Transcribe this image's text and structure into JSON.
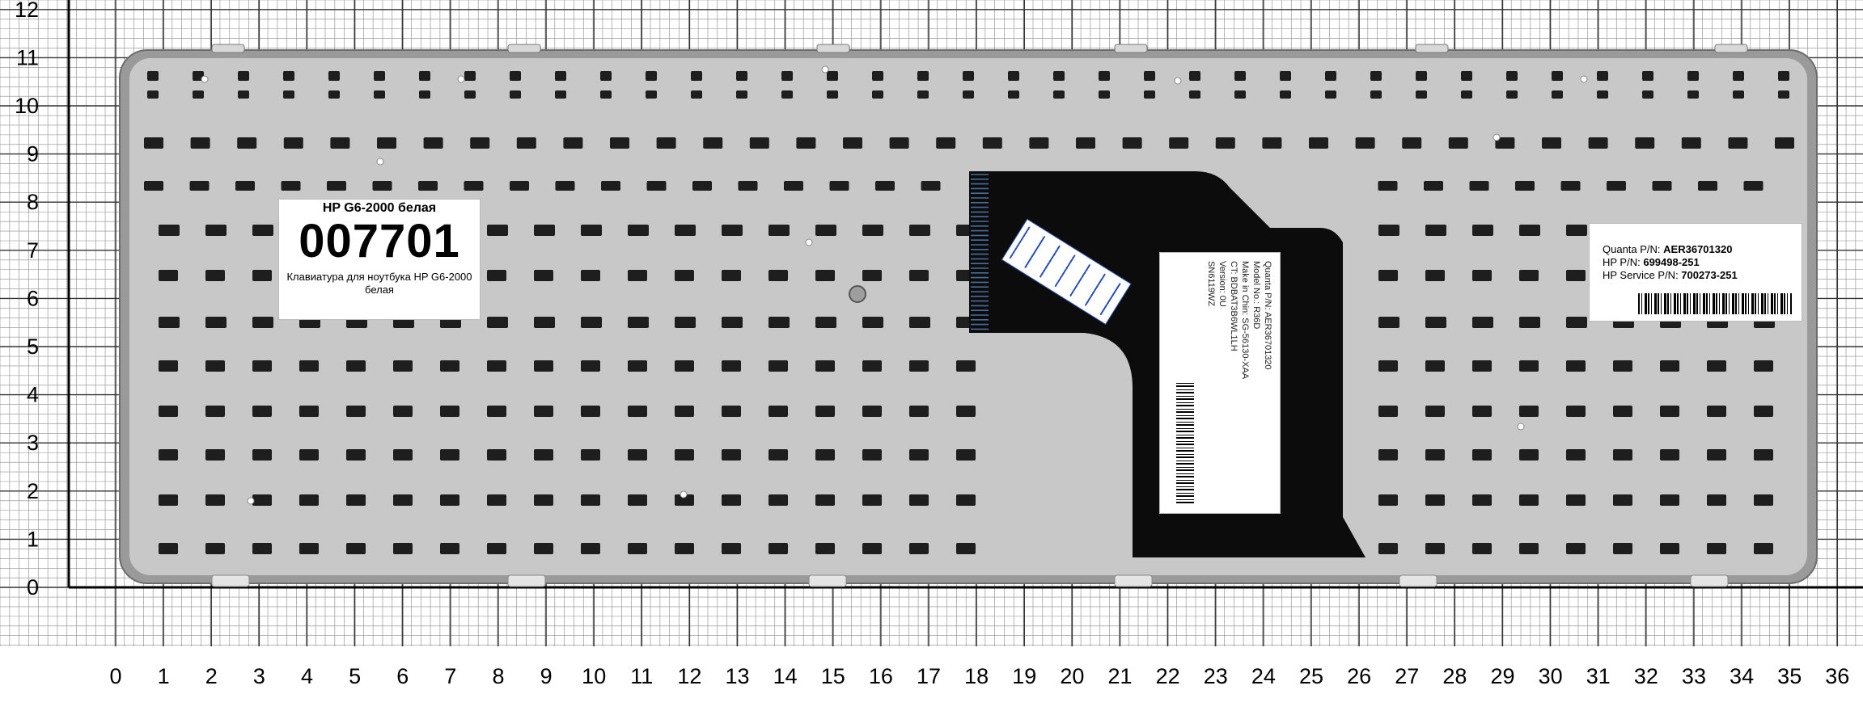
{
  "ruler": {
    "x_ticks": [
      "0",
      "1",
      "2",
      "3",
      "4",
      "5",
      "6",
      "7",
      "8",
      "9",
      "10",
      "11",
      "12",
      "13",
      "14",
      "15",
      "16",
      "17",
      "18",
      "19",
      "20",
      "21",
      "22",
      "23",
      "24",
      "25",
      "26",
      "27",
      "28",
      "29",
      "30",
      "31",
      "32",
      "33",
      "34",
      "35",
      "36"
    ],
    "y_ticks": [
      "0",
      "1",
      "2",
      "3",
      "4",
      "5",
      "6",
      "7",
      "8",
      "9",
      "10",
      "11",
      "12"
    ]
  },
  "product_tag": {
    "title": "HP G6-2000 белая",
    "code": "007701",
    "description": "Клавиатура для ноутбука HP G6-2000 белая"
  },
  "part_label": {
    "rows": [
      {
        "key": "Quanta P/N:",
        "value": "AER36701320"
      },
      {
        "key": "HP P/N:",
        "value": "699498-251"
      },
      {
        "key": "HP Service P/N:",
        "value": "700273-251"
      }
    ]
  },
  "model_sticker": {
    "lines": [
      "Quanta P/N: AER36701320",
      "Model No.: R36D",
      "Make in Chin: SG-56130-XAA",
      "CT: BDBAT3B6WL1LH",
      "Version: 0U",
      "SN6119WZ"
    ]
  },
  "colors": {
    "frame": "#9a9a9a",
    "plate": "#c8c8c8",
    "cable": "#0c0c0c",
    "grid": "#444444"
  }
}
